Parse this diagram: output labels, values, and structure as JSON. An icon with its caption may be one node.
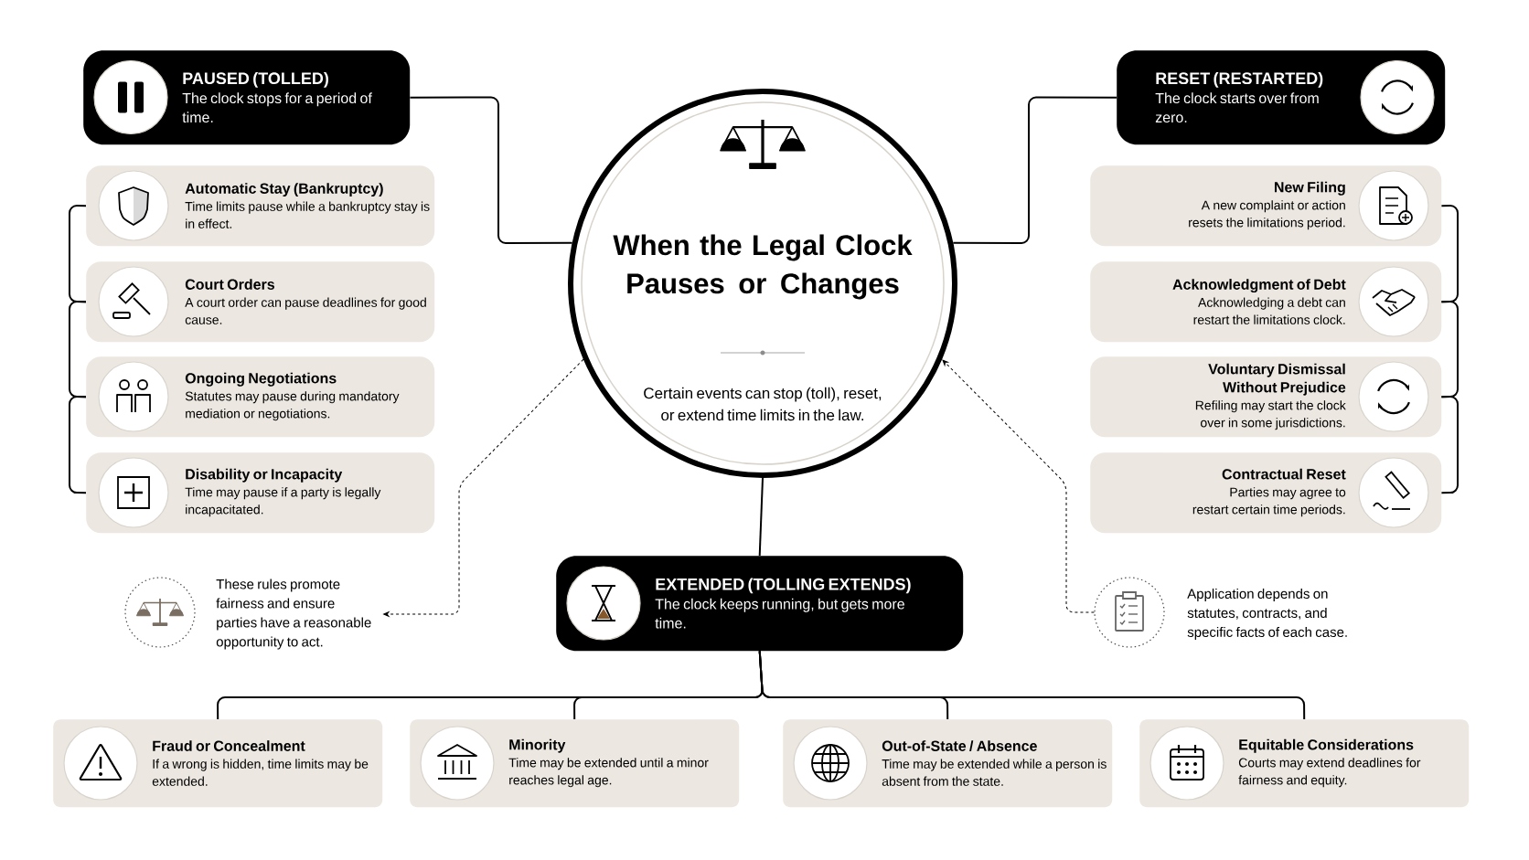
{
  "diagram": {
    "nodes": [
      {
        "text": [
          "When the Legal Clock Pauses or Changes",
          "Certain events can stop (toll), reset, or extend time limits in the law."
        ]
      },
      {
        "text": [
          "PAUSED (TOLLED)",
          "The clock stops for a period of time."
        ]
      },
      {
        "text": [
          "Automatic Stay (Bankruptcy)",
          "Time limits pause while a bankruptcy stay is in effect."
        ]
      },
      {
        "text": [
          "Court Orders",
          "A court order can pause deadlines for good cause."
        ]
      },
      {
        "text": [
          "Ongoing Negotiations",
          "Statutes may pause during mandatory mediation or negotiations."
        ]
      },
      {
        "text": [
          "Disability or Incapacity",
          "Time may pause if a party is legally incapacitated."
        ]
      },
      {
        "text": [
          "RESET (RESTARTED)",
          "The clock starts over from zero."
        ]
      },
      {
        "text": [
          "New Filing",
          "A new complaint or action resets the limitations period."
        ]
      },
      {
        "text": [
          "Acknowledgment of Debt",
          "Acknowledging a debt can restart the limitations clock."
        ]
      },
      {
        "text": [
          "Voluntary Dismissal Without Prejudice",
          "Refiling may start the clock over in some jurisdictions."
        ]
      },
      {
        "text": [
          "Contractual Reset",
          "Parties may agree to restart certain time periods."
        ]
      },
      {
        "text": [
          "EXTENDED (TOLLING EXTENDS)",
          "The clock keeps running, but gets more time."
        ]
      },
      {
        "text": [
          "Fraud or Concealment",
          "If a wrong is hidden, time limits may be extended."
        ]
      },
      {
        "text": [
          "Minority",
          "Time may be extended until a minor reaches legal age."
        ]
      },
      {
        "text": [
          "Out-of-State / Absence",
          "Time may be extended while a person is absent from the state."
        ]
      },
      {
        "text": [
          "Equitable Considerations",
          "Courts may extend deadlines for fairness and equity."
        ]
      },
      {
        "text": [
          "These rules promote fairness and ensure parties have a reasonable opportunity to act."
        ]
      },
      {
        "text": [],
        "shape": "circle",
        "beside": [
          "Application depends on statutes, contracts, and specific facts of each case."
        ]
      }
    ],
    "edges": [
      {
        "from": 1,
        "to": 0,
        "arrow": "none"
      },
      {
        "from": 6,
        "to": 0,
        "arrow": "none"
      },
      {
        "from": 0,
        "to": 11,
        "arrow": "none"
      },
      {
        "from": 11,
        "to": 12,
        "arrow": "none"
      },
      {
        "from": 11,
        "to": 13,
        "arrow": "none"
      },
      {
        "from": 11,
        "to": 14,
        "arrow": "none"
      },
      {
        "from": 11,
        "to": 15,
        "arrow": "none"
      },
      {
        "from": 2,
        "to": 3,
        "arrow": "none"
      },
      {
        "from": 3,
        "to": 4,
        "arrow": "none"
      },
      {
        "from": 4,
        "to": 5,
        "arrow": "none"
      },
      {
        "from": 7,
        "to": 8,
        "arrow": "none"
      },
      {
        "from": 8,
        "to": 9,
        "arrow": "none"
      },
      {
        "from": 9,
        "to": 10,
        "arrow": "none"
      },
      {
        "from": 0,
        "to": 16,
        "arrow": "to",
        "style": "dashed"
      },
      {
        "from": 17,
        "to": 0,
        "arrow": "to",
        "style": "dashed"
      }
    ]
  }
}
